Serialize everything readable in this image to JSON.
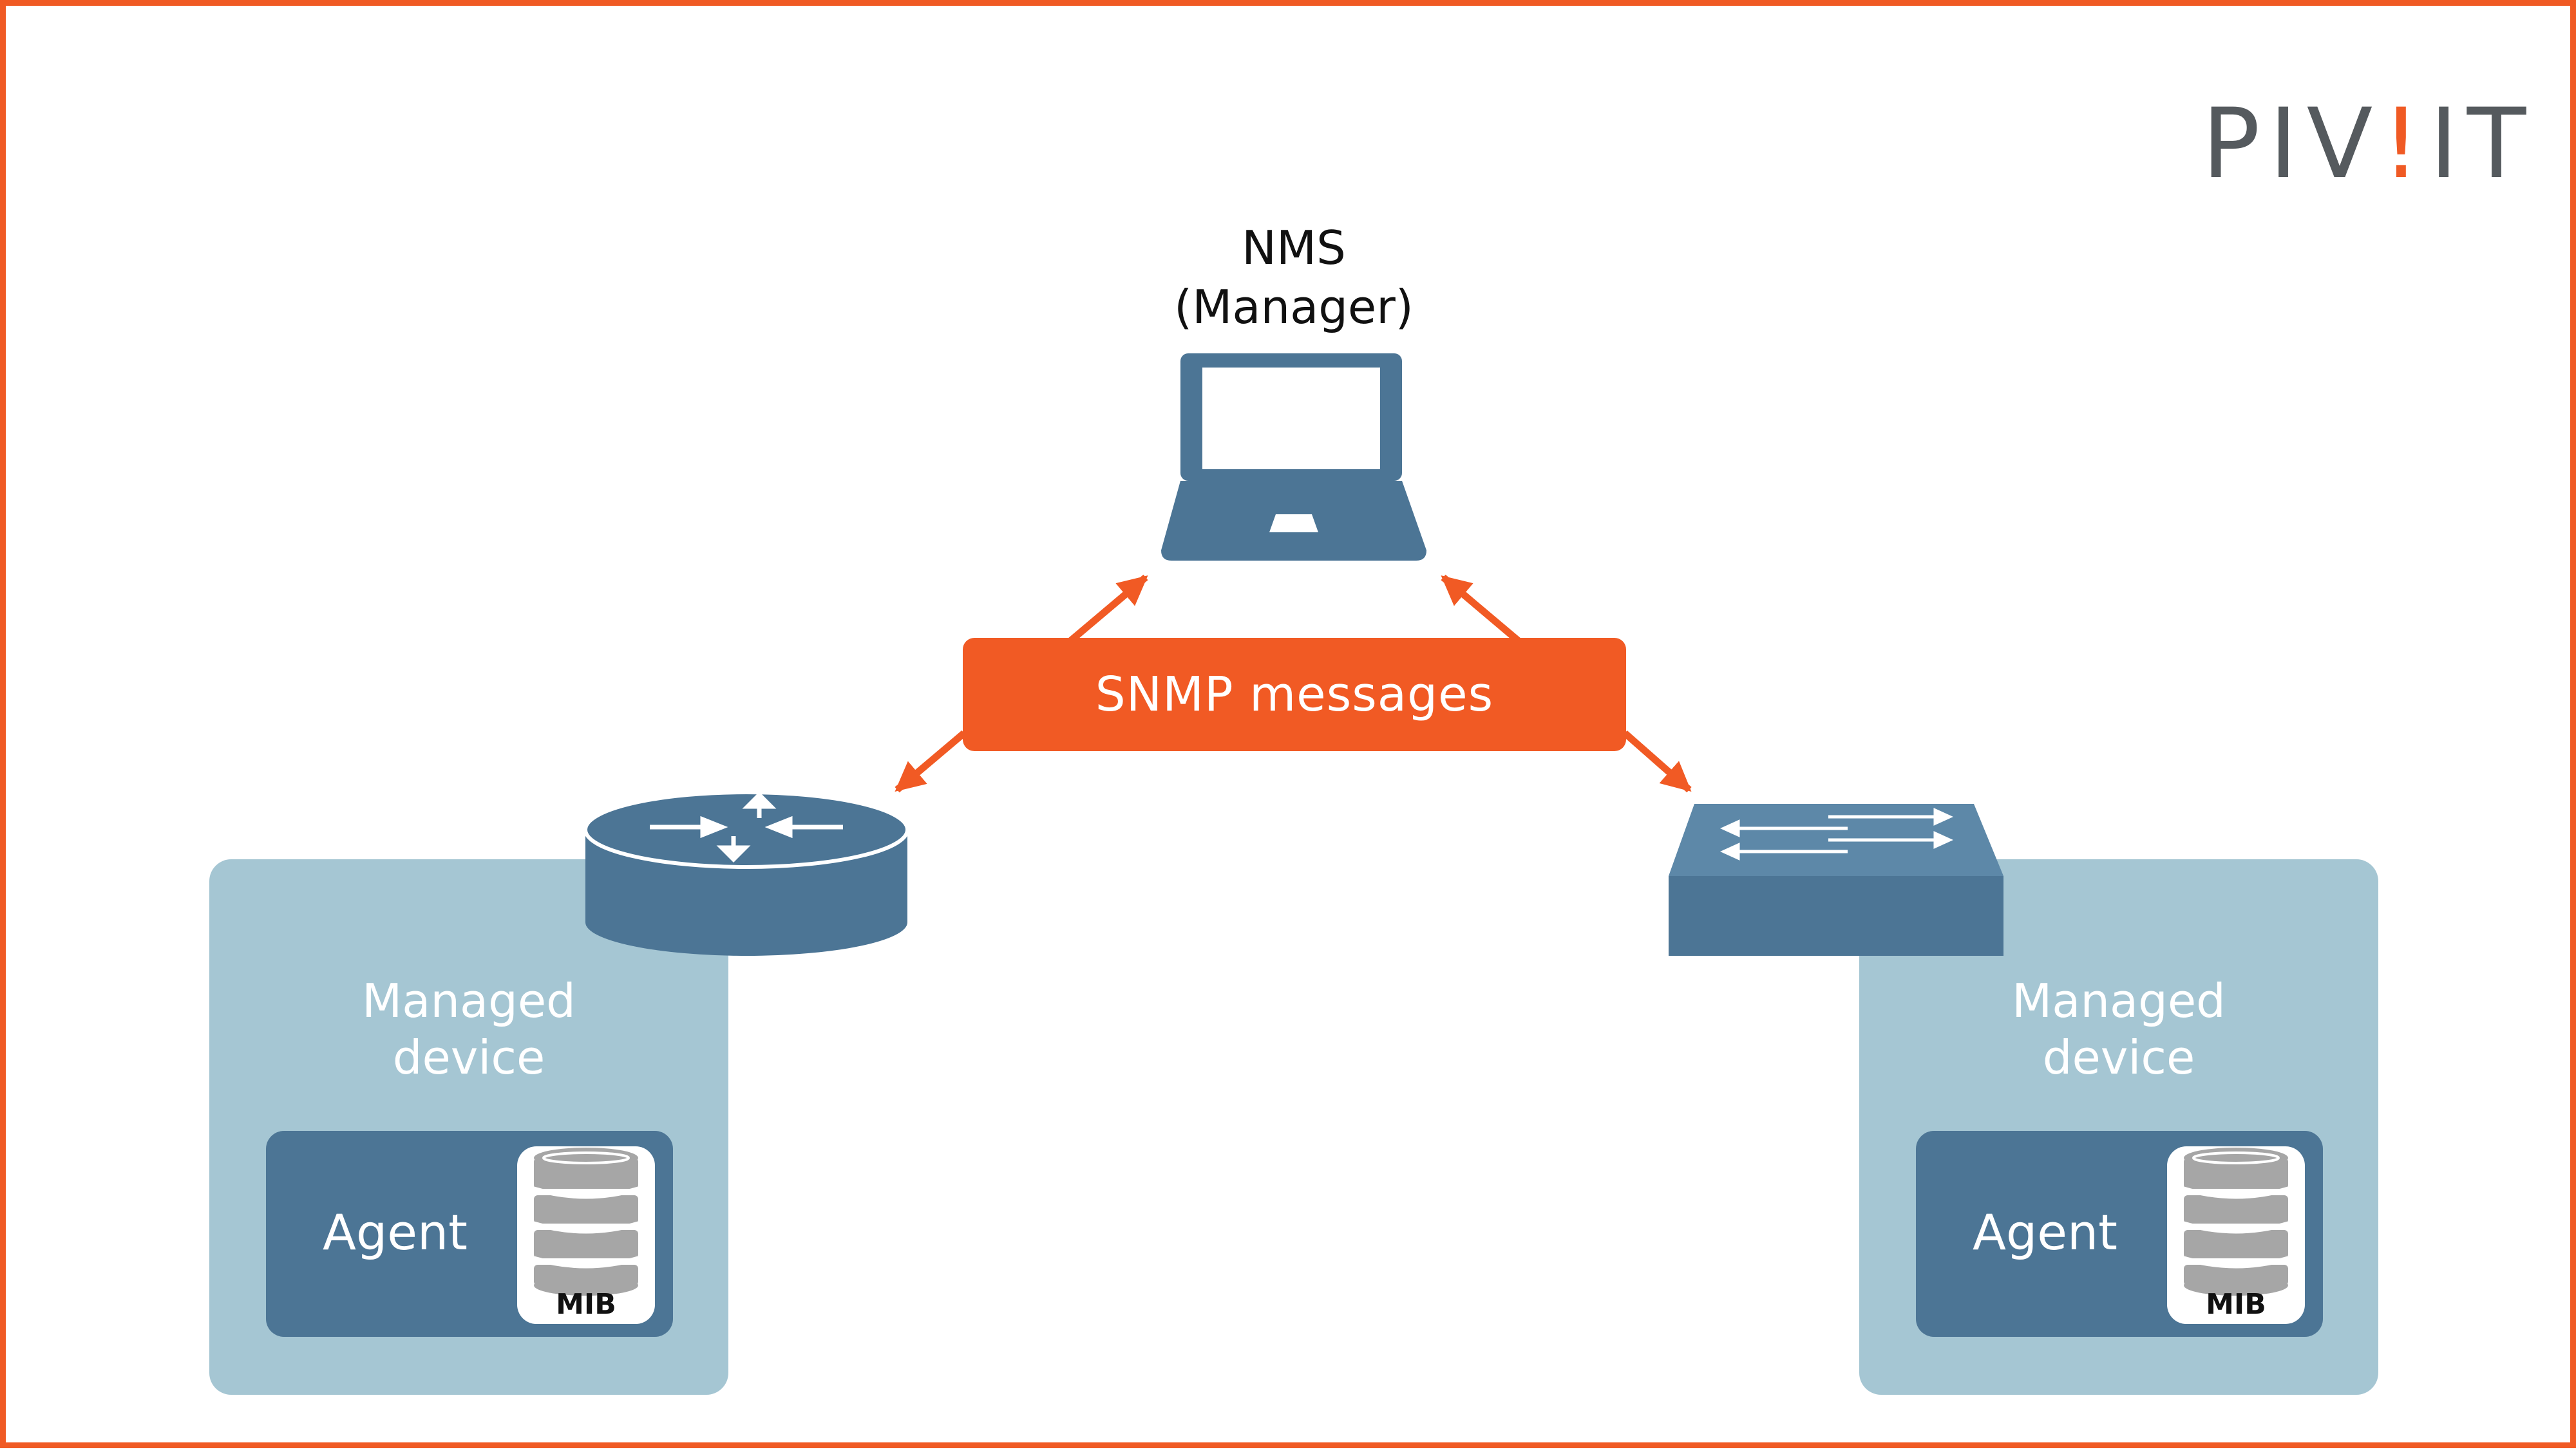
{
  "logo": {
    "text_left": "PIV",
    "text_accent": "!",
    "text_right": "IT"
  },
  "nms": {
    "title_line1": "NMS",
    "title_line2": "(Manager)"
  },
  "messages_label": "SNMP messages",
  "devices": [
    {
      "label_line1": "Managed",
      "label_line2": "device",
      "agent_label": "Agent",
      "mib_label": "MIB",
      "icon": "router-icon"
    },
    {
      "label_line1": "Managed",
      "label_line2": "device",
      "agent_label": "Agent",
      "mib_label": "MIB",
      "icon": "switch-icon"
    }
  ],
  "colors": {
    "accent_orange": "#f15a24",
    "device_blue": "#4c7595",
    "panel_light_blue": "#a5c6d3",
    "database_gray": "#a6a6a6",
    "logo_gray": "#555a5e"
  }
}
